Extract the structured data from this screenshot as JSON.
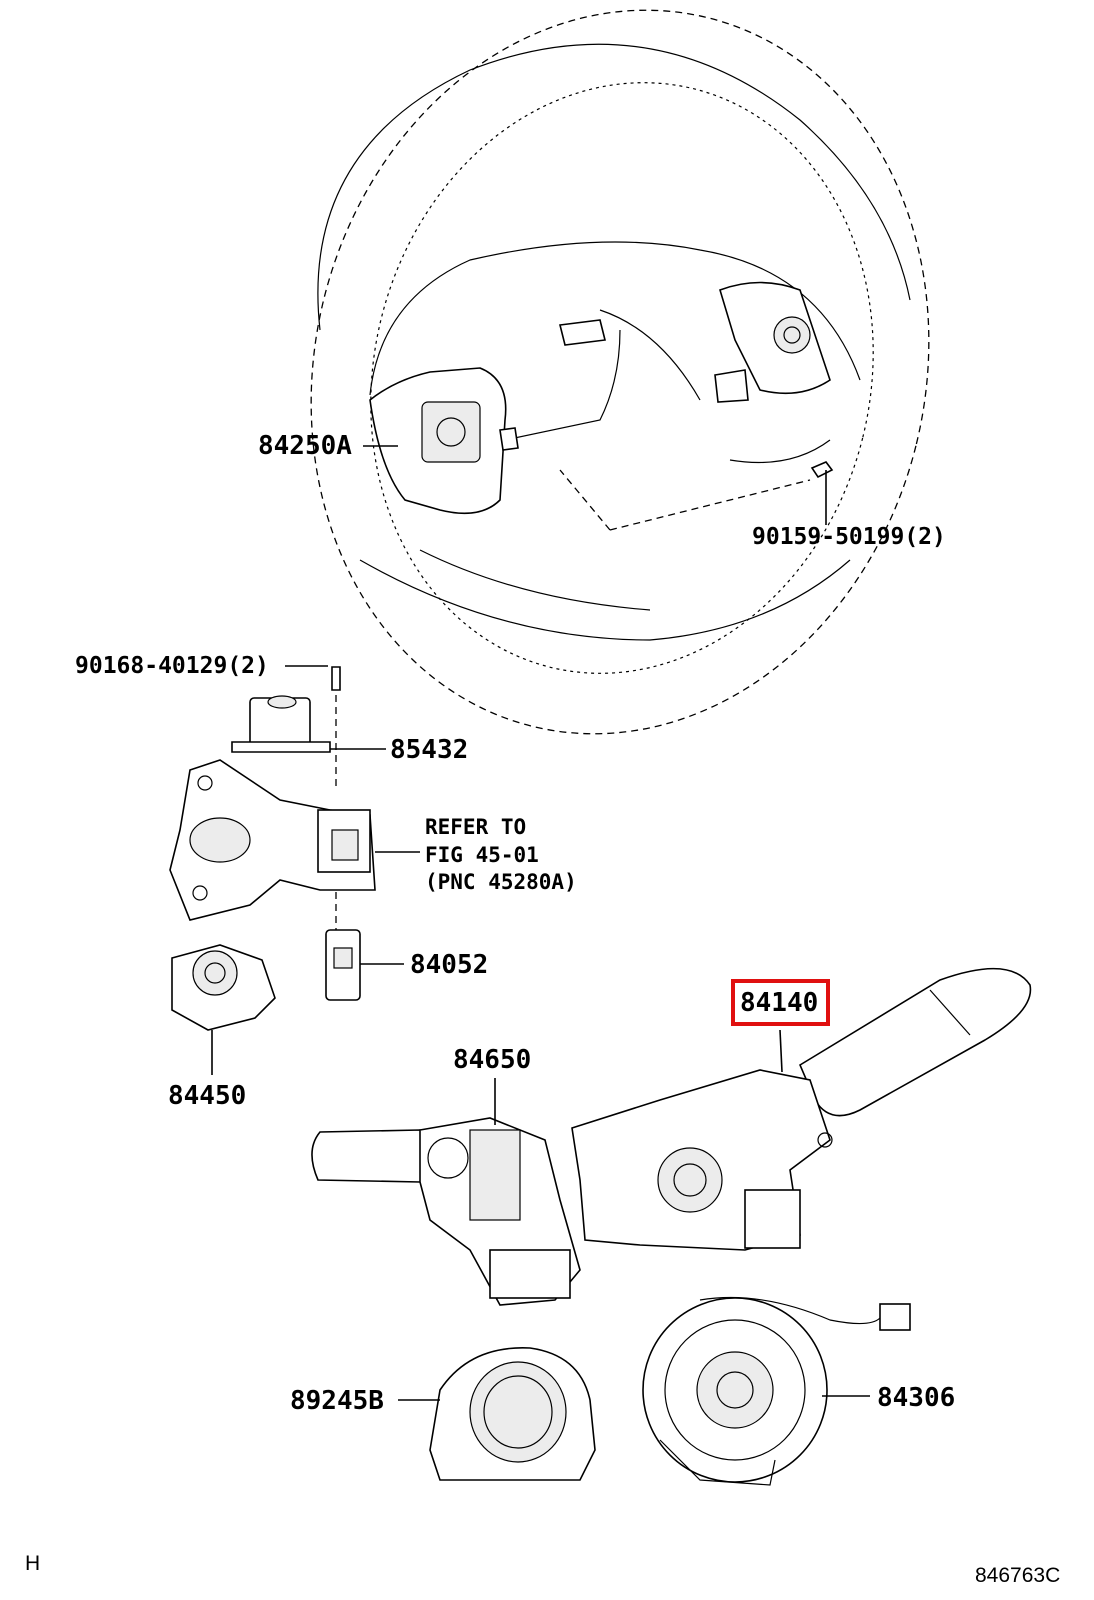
{
  "callouts": {
    "steering_wheel": "84250A",
    "wheel_screw": "90159-50199(2)",
    "column_screw": "90168-40129(2)",
    "transponder_amp": "85432",
    "refer_line1": "REFER TO",
    "refer_line2": "FIG 45-01",
    "refer_line3": "(PNC 45280A)",
    "switch_small": "84052",
    "ignition_switch": "84450",
    "wiper_switch": "84650",
    "headlamp_switch": "84140",
    "clockspring_cover": "89245B",
    "spiral_cable": "84306"
  },
  "highlighted_part": "84140",
  "highlight_color": "#e01010",
  "footer": {
    "left_mark": "H",
    "figure_id": "846763C"
  }
}
